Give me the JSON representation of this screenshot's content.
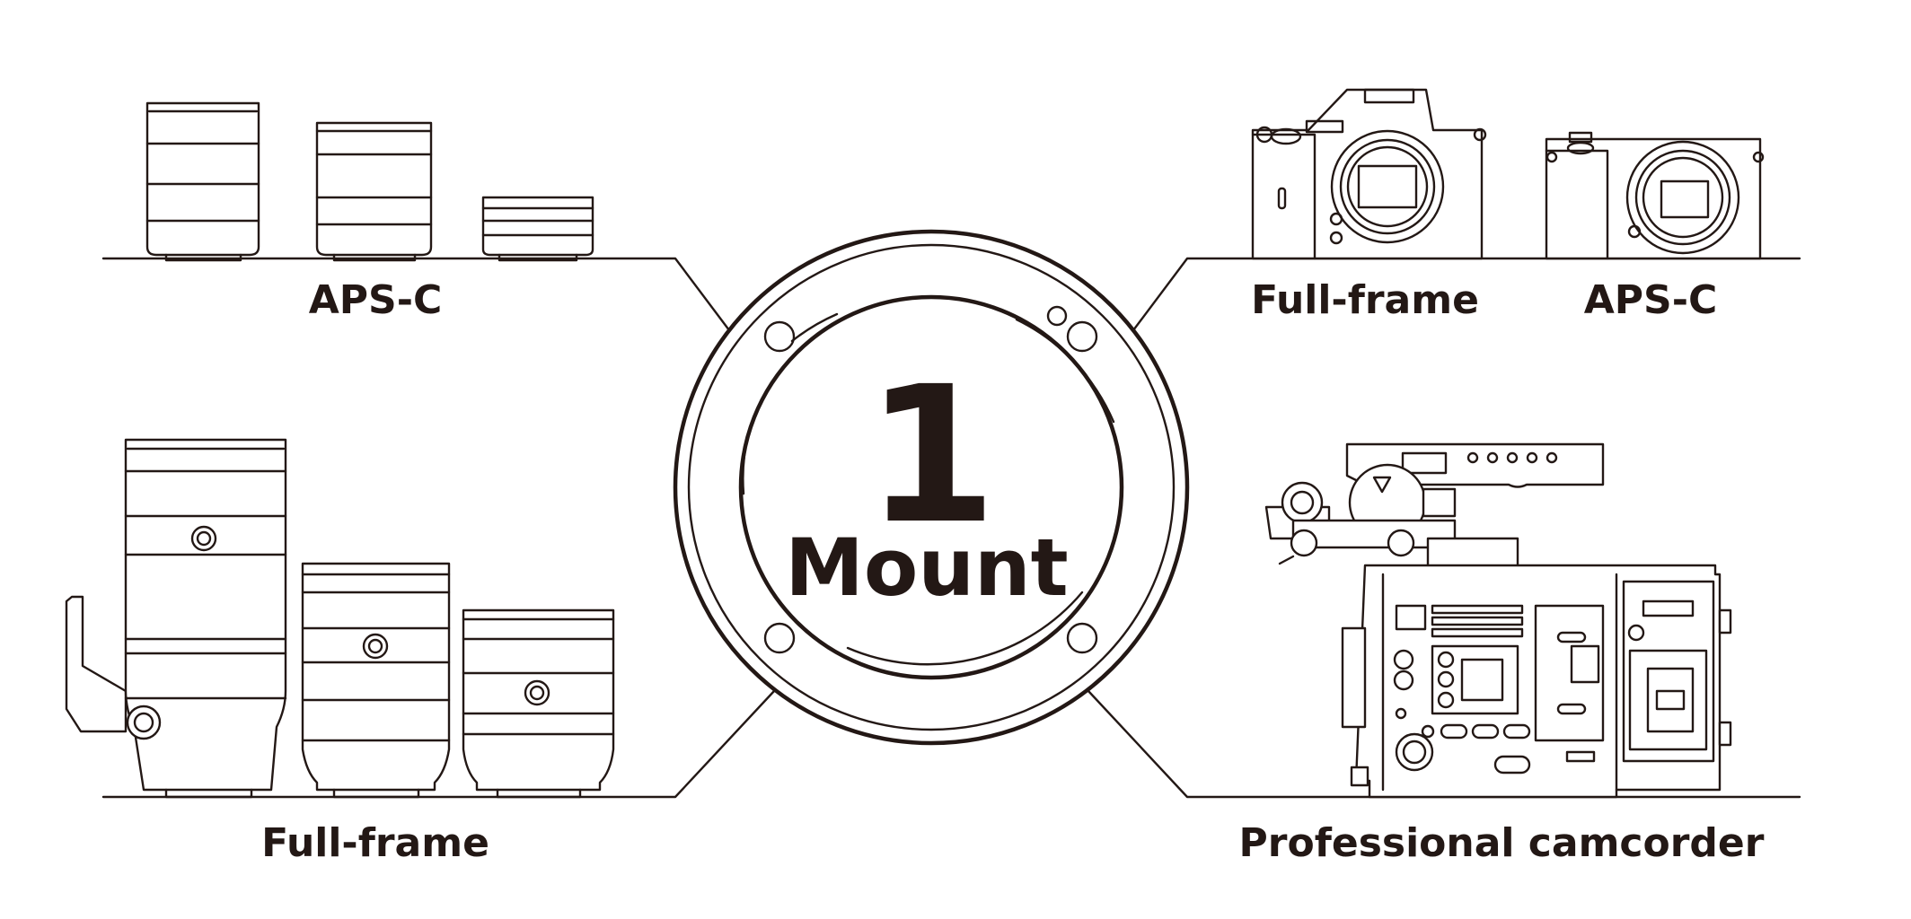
{
  "center": {
    "number": "1",
    "word": "Mount"
  },
  "top_left": {
    "label": "APS-C"
  },
  "bottom_left": {
    "label": "Full-frame"
  },
  "top_right": {
    "label_fullframe": "Full-frame",
    "label_apsc": "APS-C"
  },
  "bottom_right": {
    "label": "Professional camcorder"
  },
  "colors": {
    "ink": "#231815",
    "background": "#ffffff"
  },
  "icons": [
    "lens-icon",
    "camera-body-icon",
    "camcorder-icon",
    "lens-mount-icon"
  ]
}
